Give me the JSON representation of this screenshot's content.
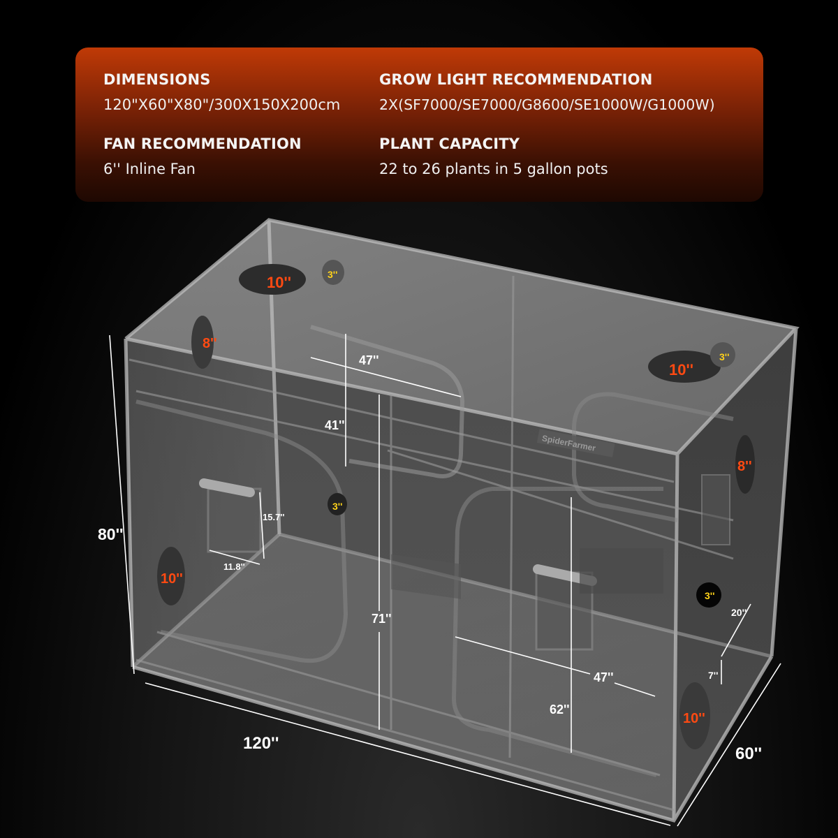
{
  "specs": {
    "dimensions": {
      "title": "DIMENSIONS",
      "value": "120\"X60\"X80\"/300X150X200cm"
    },
    "grow_light": {
      "title": "GROW LIGHT RECOMMENDATION",
      "value": "2X(SF7000/SE7000/G8600/SE1000W/G1000W)"
    },
    "fan": {
      "title": "FAN RECOMMENDATION",
      "value": "6'' Inline Fan"
    },
    "plant_capacity": {
      "title": "PLANT CAPACITY",
      "value": "22 to 26 plants in 5 gallon pots"
    }
  },
  "tent": {
    "brand": "SpiderFarmer",
    "overall": {
      "length": "120''",
      "width": "60''",
      "height": "80''"
    },
    "doors": {
      "top_door_width": "47''",
      "top_door_height": "41''",
      "main_door_height": "71''",
      "front_door_width": "47''",
      "front_door_height": "62''"
    },
    "window": {
      "height": "15.7''",
      "width": "11.8''"
    },
    "side_pocket": {
      "width": "20''",
      "height": "7''"
    },
    "vents": [
      {
        "size": "10''",
        "location": "top-left"
      },
      {
        "size": "3''",
        "location": "top-left-small"
      },
      {
        "size": "8''",
        "location": "left-upper"
      },
      {
        "size": "10''",
        "location": "top-right"
      },
      {
        "size": "3''",
        "location": "top-right-small"
      },
      {
        "size": "8''",
        "location": "right-upper"
      },
      {
        "size": "3''",
        "location": "back-center"
      },
      {
        "size": "10''",
        "location": "left-lower"
      },
      {
        "size": "3''",
        "location": "right-lower"
      },
      {
        "size": "10''",
        "location": "right-bottom"
      }
    ]
  },
  "colors": {
    "panel_top": "#c03a06",
    "panel_bottom": "#1e0802",
    "vent_large_label": "#ff4a12",
    "vent_small_label": "#ffd21a",
    "background": "#000000"
  }
}
